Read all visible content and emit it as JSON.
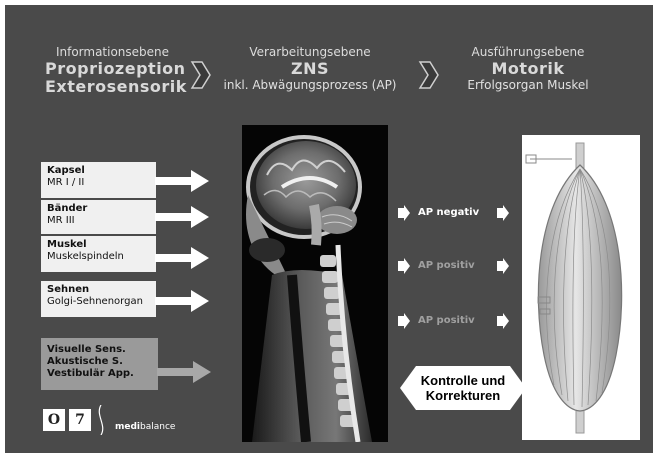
{
  "headers": [
    {
      "line1": "Informationsebene",
      "line2": "Propriozeption",
      "line3": "Exterosensorik"
    },
    {
      "line1": "Verarbeitungsebene",
      "line2": "ZNS",
      "line3": "inkl. Abwägungsprozess (AP)"
    },
    {
      "line1": "Ausführungsebene",
      "line2": "Motorik",
      "line3": "Erfolgsorgan Muskel"
    }
  ],
  "inputs": [
    {
      "title": "Kapsel",
      "subtitle": "MR I / II"
    },
    {
      "title": "Bänder",
      "subtitle": "MR III"
    },
    {
      "title": "Muskel",
      "subtitle": "Muskelspindeln"
    },
    {
      "title": "Sehnen",
      "subtitle": "Golgi-Sehnenorgan"
    },
    {
      "title": "Visuelle Sens.",
      "line2": "Akustische S.",
      "line3": "Vestibulär App."
    }
  ],
  "ap_labels": [
    "AP negativ",
    "AP positiv",
    "AP positiv"
  ],
  "feedback": {
    "line1": "Kontrolle und",
    "line2": "Korrekturen"
  },
  "footer": {
    "brand_bold": "medi",
    "brand_rest": "balance",
    "logo1": "O",
    "logo2": "7"
  },
  "colors": {
    "background": "#4a4a4a",
    "box": "#f0f0f0",
    "box_dark": "#9a9a9a",
    "arrow": "#ffffff"
  }
}
